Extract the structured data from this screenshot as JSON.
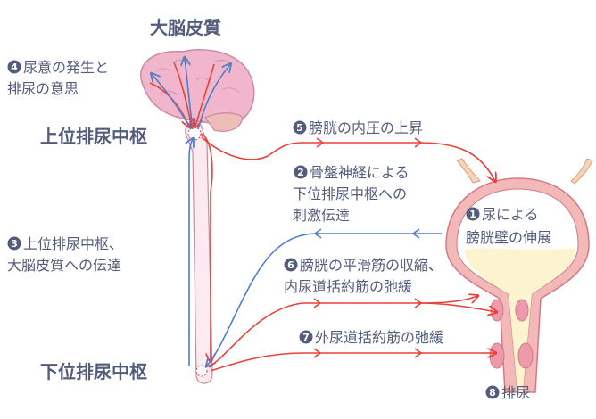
{
  "titles": {
    "cortex": "大脳皮質",
    "upper_center": "上位排尿中枢",
    "lower_center": "下位排尿中枢"
  },
  "steps": [
    {
      "num": "1",
      "lines": [
        "尿による",
        "膀胱壁の伸展"
      ]
    },
    {
      "num": "2",
      "lines": [
        "骨盤神経による",
        "下位排尿中枢への",
        "刺激伝達"
      ]
    },
    {
      "num": "3",
      "lines": [
        "上位排尿中枢、",
        "大脳皮質への伝達"
      ]
    },
    {
      "num": "4",
      "lines": [
        "尿意の発生と",
        "排尿の意思"
      ]
    },
    {
      "num": "5",
      "lines": [
        "膀胱の内圧の上昇"
      ]
    },
    {
      "num": "6",
      "lines": [
        "膀胱の平滑筋の収縮、",
        "内尿道括約筋の弛緩"
      ]
    },
    {
      "num": "7",
      "lines": [
        "外尿道括約筋の弛緩"
      ]
    },
    {
      "num": "8",
      "lines": [
        "排尿"
      ]
    }
  ],
  "colors": {
    "efferent": "#e8413a",
    "afferent": "#4f7fc9",
    "text": "#545c7c"
  }
}
